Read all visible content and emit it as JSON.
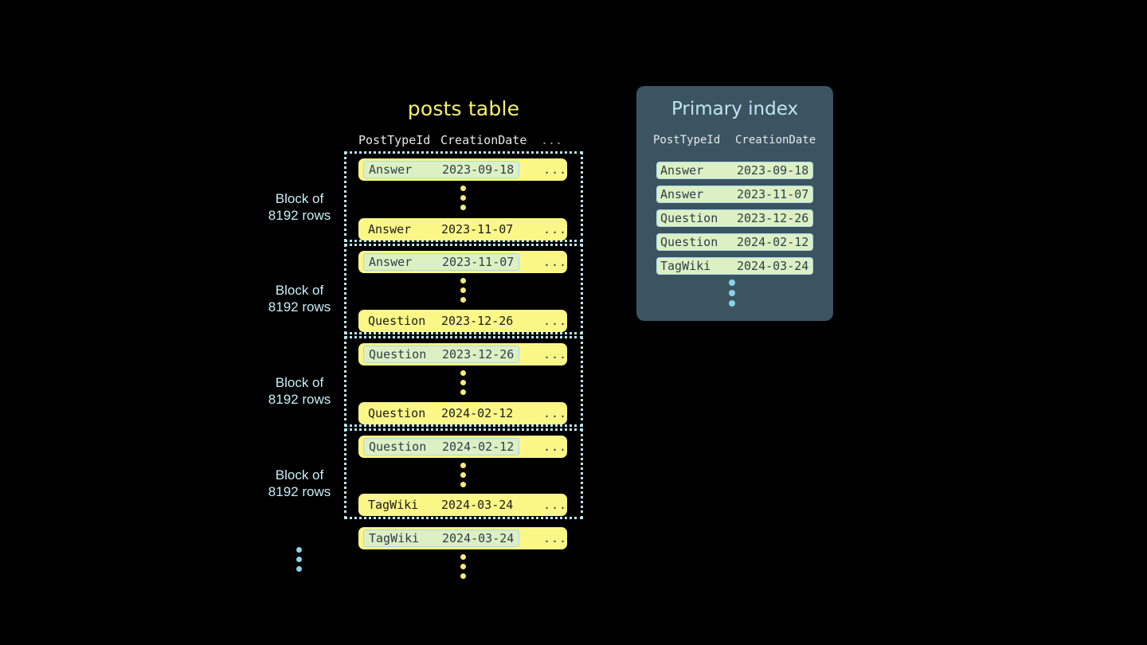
{
  "posts_table": {
    "title": "posts table",
    "columns": [
      "PostTypeId",
      "CreationDate",
      "..."
    ],
    "block_label": "Block of\n8192 rows",
    "block_label_line1": "Block of",
    "block_label_line2": "8192 rows",
    "ellipsis_cell": "...",
    "blocks": [
      {
        "label_line1": "Block of",
        "label_line2": "8192 rows",
        "first_row": {
          "post_type_id": "Answer",
          "creation_date": "2023-09-18",
          "more": "...",
          "highlighted": true
        },
        "last_row": {
          "post_type_id": "Answer",
          "creation_date": "2023-11-07",
          "more": "...",
          "highlighted": false
        }
      },
      {
        "label_line1": "Block of",
        "label_line2": "8192 rows",
        "first_row": {
          "post_type_id": "Answer",
          "creation_date": "2023-11-07",
          "more": "...",
          "highlighted": true
        },
        "last_row": {
          "post_type_id": "Question",
          "creation_date": "2023-12-26",
          "more": "...",
          "highlighted": false
        }
      },
      {
        "label_line1": "Block of",
        "label_line2": "8192 rows",
        "first_row": {
          "post_type_id": "Question",
          "creation_date": "2023-12-26",
          "more": "...",
          "highlighted": true
        },
        "last_row": {
          "post_type_id": "Question",
          "creation_date": "2024-02-12",
          "more": "...",
          "highlighted": false
        }
      },
      {
        "label_line1": "Block of",
        "label_line2": "8192 rows",
        "first_row": {
          "post_type_id": "Question",
          "creation_date": "2024-02-12",
          "more": "...",
          "highlighted": true
        },
        "last_row": {
          "post_type_id": "TagWiki",
          "creation_date": "2024-03-24",
          "more": "...",
          "highlighted": false
        }
      }
    ],
    "trailing_row": {
      "post_type_id": "TagWiki",
      "creation_date": "2024-03-24",
      "more": "...",
      "highlighted": true
    }
  },
  "primary_index": {
    "title": "Primary index",
    "columns": [
      "PostTypeId",
      "CreationDate"
    ],
    "rows": [
      {
        "post_type_id": "Answer",
        "creation_date": "2023-09-18"
      },
      {
        "post_type_id": "Answer",
        "creation_date": "2023-11-07"
      },
      {
        "post_type_id": "Question",
        "creation_date": "2023-12-26"
      },
      {
        "post_type_id": "Question",
        "creation_date": "2024-02-12"
      },
      {
        "post_type_id": "TagWiki",
        "creation_date": "2024-03-24"
      }
    ]
  },
  "colors": {
    "background": "#000000",
    "row_yellow": "#fbf787",
    "highlight_green": "#dcf0c4",
    "highlight_border": "#a8d8e8",
    "panel_slate": "#3c5460",
    "accent_blue": "#bfe6f5",
    "title_yellow": "#f5f06b",
    "dot_yellow": "#f5ec72",
    "dot_blue": "#86d3ef"
  }
}
